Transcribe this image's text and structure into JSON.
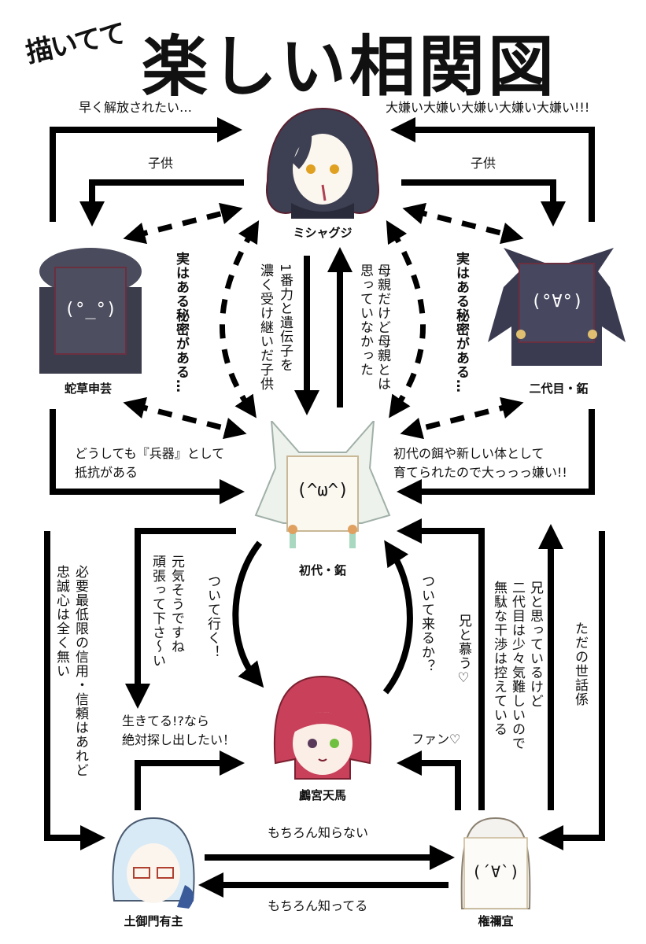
{
  "title": {
    "prefix": "描いてて",
    "main": "楽しい相関図"
  },
  "characters": {
    "mishaguji": {
      "name": "ミシャグジ"
    },
    "hebikusa": {
      "name": "蛇草申芸",
      "kaomoji": "(°_°)"
    },
    "nidaime": {
      "name": "二代目・鉐",
      "kaomoji": "(°∀°)"
    },
    "shodai": {
      "name": "初代・鉐",
      "kaomoji": "(^ω^)"
    },
    "tenma": {
      "name": "鸕宮天馬"
    },
    "tsuchimikado": {
      "name": "土御門有主"
    },
    "gonnegi": {
      "name": "権禰宜",
      "kaomoji": "(´∀`)"
    }
  },
  "relations": {
    "hebikusa_to_mishaguji": "早く解放されたい…",
    "nidaime_to_mishaguji": "大嫌い大嫌い大嫌い大嫌い大嫌い!!!",
    "child_left": "子供",
    "child_right": "子供",
    "secret_left": "実はある秘密がある…",
    "secret_right": "実はある秘密がある…",
    "mishaguji_to_shodai_1": "1番力と遺伝子を",
    "mishaguji_to_shodai_2": "濃く受け継いだ子供",
    "shodai_to_mishaguji_1": "母親だけど母親とは",
    "shodai_to_mishaguji_2": "思っていなかった",
    "hebikusa_to_shodai_1": "どうしても『兵器』として",
    "hebikusa_to_shodai_2": "抵抗がある",
    "nidaime_to_shodai_1": "初代の餌や新しい体として",
    "nidaime_to_shodai_2": "育てられたので大っっっ嫌い!!",
    "hebikusa_to_tsuchimikado_1": "必要最低限の信用・信頼はあれど",
    "hebikusa_to_tsuchimikado_2": "忠誠心は全く無い",
    "shodai_to_tsuchimikado_1": "元気そうですね",
    "shodai_to_tsuchimikado_2": "頑張って下さ～い",
    "shodai_to_tenma": "ついて行く！",
    "tenma_to_shodai": "ついて来るか？",
    "gonnegi_to_shodai": "兄と慕う♡",
    "gonnegi_to_nidaime_1": "兄と思っているけど",
    "gonnegi_to_nidaime_2": "二代目は少々気難しいので",
    "gonnegi_to_nidaime_3": "無駄な干渉は控えている",
    "nidaime_to_gonnegi": "ただの世話係",
    "tsuchimikado_to_tenma_1": "生きてる!?なら",
    "tsuchimikado_to_tenma_2": "絶対探し出したい！",
    "gonnegi_to_tenma": "ファン♡",
    "tsuchimikado_to_gonnegi": "もちろん知らない",
    "gonnegi_to_tsuchimikado": "もちろん知ってる"
  }
}
